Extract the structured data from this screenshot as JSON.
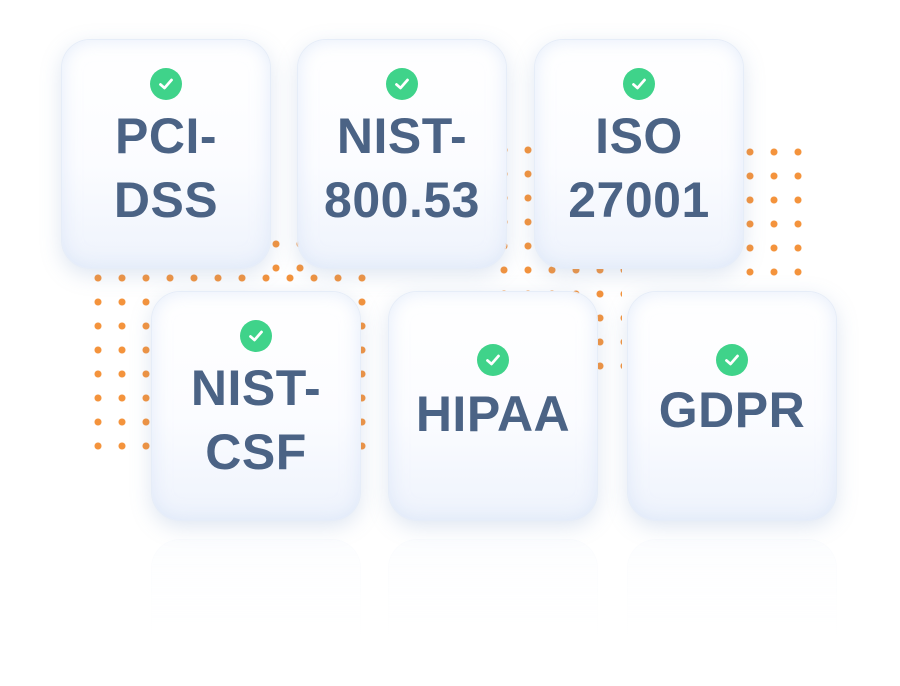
{
  "colors": {
    "accent_check": "#3fd38a",
    "label_text": "#4b6385",
    "dots": "#f4933c"
  },
  "badges": [
    {
      "label": "PCI-\nDSS",
      "icon": "check-circle-icon"
    },
    {
      "label": "NIST-\n800.53",
      "icon": "check-circle-icon"
    },
    {
      "label": "ISO\n27001",
      "icon": "check-circle-icon"
    },
    {
      "label": "NIST-\nCSF",
      "icon": "check-circle-icon"
    },
    {
      "label": "HIPAA",
      "icon": "check-circle-icon"
    },
    {
      "label": "GDPR",
      "icon": "check-circle-icon"
    }
  ]
}
